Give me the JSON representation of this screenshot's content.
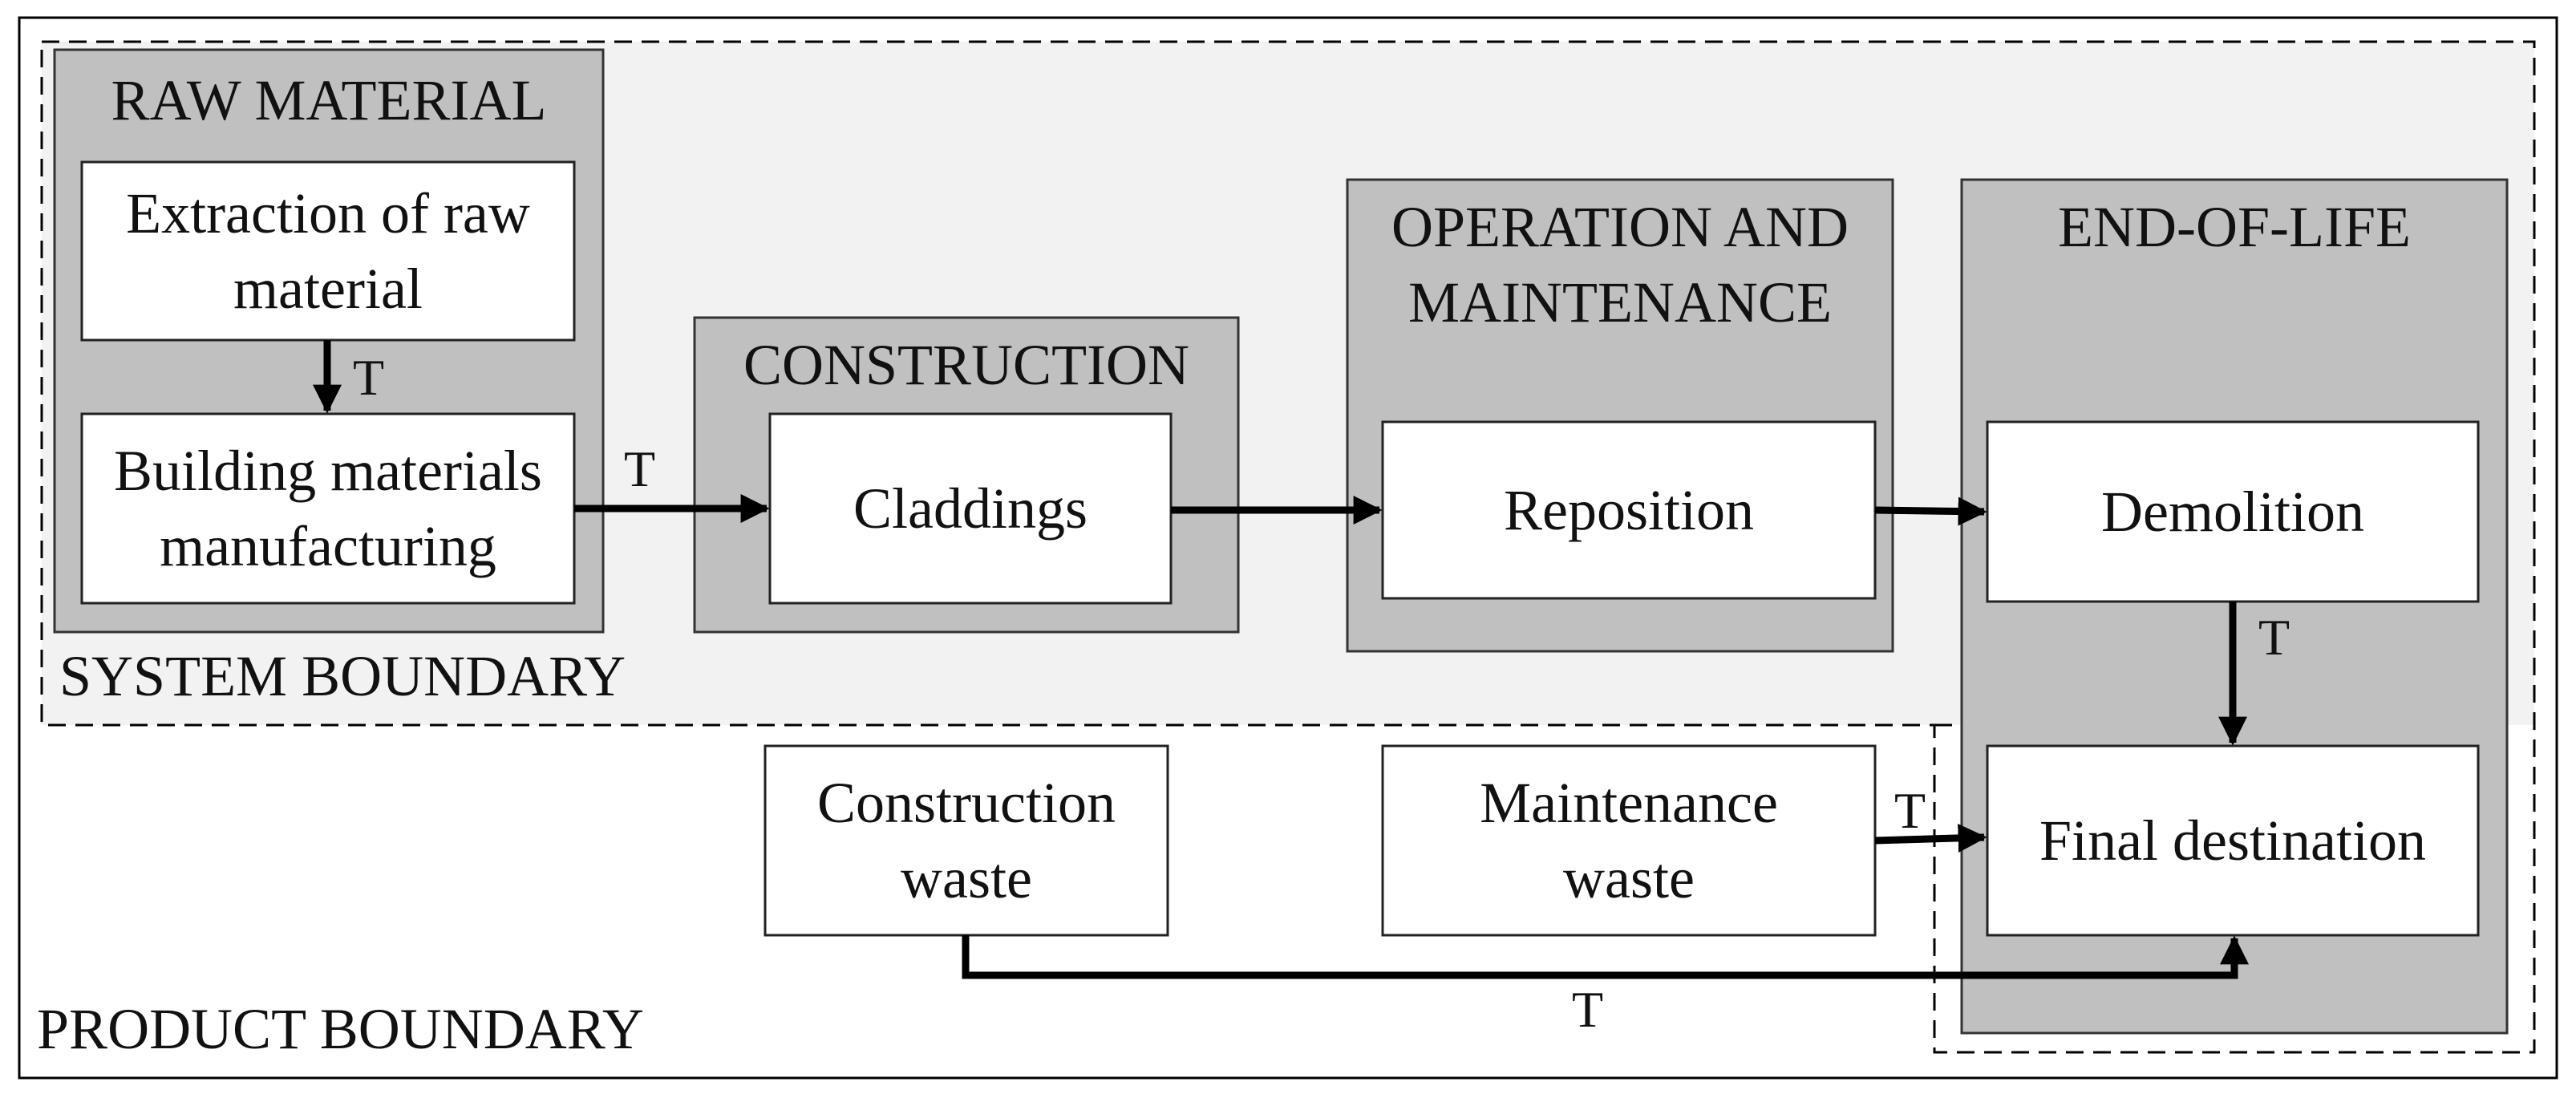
{
  "boundaries": {
    "system": "SYSTEM BOUNDARY",
    "product": "PRODUCT BOUNDARY"
  },
  "stages": {
    "raw_material": "RAW MATERIAL",
    "construction": "CONSTRUCTION",
    "operation": "OPERATION AND\nMAINTENANCE",
    "end_of_life": "END-OF-LIFE"
  },
  "processes": {
    "extraction": "Extraction of raw\nmaterial",
    "manufacturing": "Building materials\nmanufacturing",
    "claddings": "Claddings",
    "reposition": "Reposition",
    "demolition": "Demolition",
    "final_destination": "Final destination",
    "construction_waste": "Construction\nwaste",
    "maintenance_waste": "Maintenance\nwaste"
  },
  "transport_label": "T",
  "colors": {
    "stage_fill": "#c0c0c0",
    "system_fill": "#f2f2f2",
    "box_fill": "#ffffff",
    "line": "#000000"
  }
}
